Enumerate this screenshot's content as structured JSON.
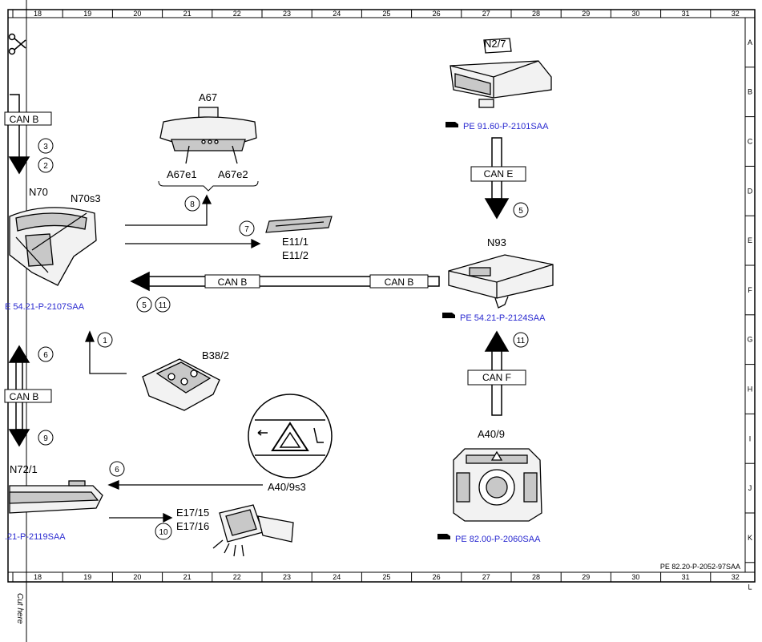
{
  "grid": {
    "columns": [
      "18",
      "19",
      "20",
      "21",
      "22",
      "23",
      "24",
      "25",
      "26",
      "27",
      "28",
      "29",
      "30",
      "31",
      "32"
    ],
    "rows": [
      "A",
      "B",
      "C",
      "D",
      "E",
      "F",
      "G",
      "H",
      "I",
      "J",
      "K",
      "L"
    ]
  },
  "sheet_ref": "PE 82.20-P-2052-97SAA",
  "cut_here": "Cut here",
  "components": {
    "n2_7": "N2/7",
    "a67": "A67",
    "a67e1": "A67e1",
    "a67e2": "A67e2",
    "n70": "N70",
    "n70s3": "N70s3",
    "n93": "N93",
    "e11_1": "E11/1",
    "e11_2": "E11/2",
    "b38_2": "B38/2",
    "a40_9": "A40/9",
    "a40_9s3": "A40/9s3",
    "n72_1": "N72/1",
    "e17_15": "E17/15",
    "e17_16": "E17/16"
  },
  "links": {
    "n2_7": "PE 91.60-P-2101SAA",
    "n93": "PE 54.21-P-2124SAA",
    "n70": "E 54.21-P-2107SAA",
    "a40_9": "PE 82.00-P-2060SAA",
    "n72_1": ".21-P-2119SAA"
  },
  "buses": {
    "can_b_top_left": "CAN B",
    "can_b_mid_left": "CAN B",
    "can_b_mid_right": "CAN B",
    "can_b_low_left": "CAN B",
    "can_e": "CAN E",
    "can_f": "CAN F"
  },
  "signals": {
    "s_3": "3",
    "s_2": "2",
    "s_8": "8",
    "s_7": "7",
    "s_5a": "5",
    "s_5b": "5",
    "s_11a": "11",
    "s_11b": "11",
    "s_1": "1",
    "s_6a": "6",
    "s_6b": "6",
    "s_9": "9",
    "s_10": "10"
  },
  "colors": {
    "ink": "#000000",
    "link": "#2a2ad0",
    "component_fill": "#f2f2f2",
    "component_shade": "#c8c8c8",
    "can_line_fill": "#ffffff"
  }
}
